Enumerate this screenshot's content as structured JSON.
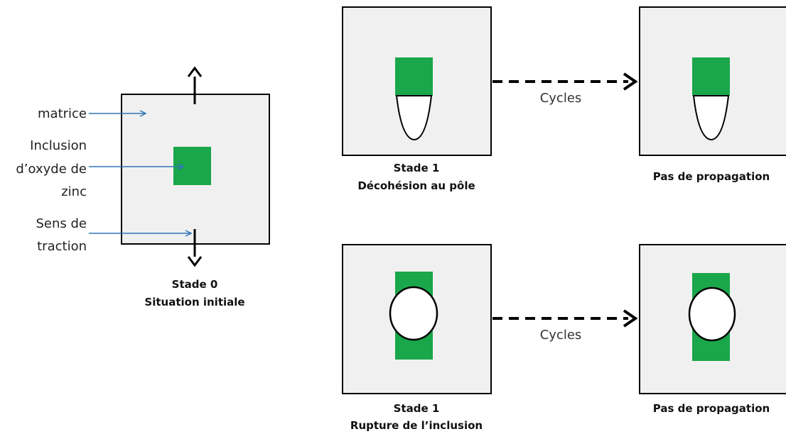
{
  "colors": {
    "matrix_fill": "#f0f0f0",
    "inclusion": "#1aa64a",
    "annotation_arrow": "#2e75b6",
    "outline": "#000000"
  },
  "labels": {
    "matrice": "matrice",
    "inclusion_line1": "Inclusion",
    "inclusion_line2": "d’oxyde de",
    "inclusion_line3": "zinc",
    "sens_line1": "Sens de",
    "sens_line2": "traction"
  },
  "stage0": {
    "title": "Stade 0",
    "subtitle": "Situation initiale"
  },
  "row1": {
    "stage_title": "Stade 1",
    "stage_subtitle": "Décohésion au pôle",
    "transition": "Cycles",
    "result": "Pas de propagation"
  },
  "row2": {
    "stage_title": "Stade 1",
    "stage_subtitle": "Rupture de l’inclusion",
    "transition": "Cycles",
    "result": "Pas de propagation"
  }
}
